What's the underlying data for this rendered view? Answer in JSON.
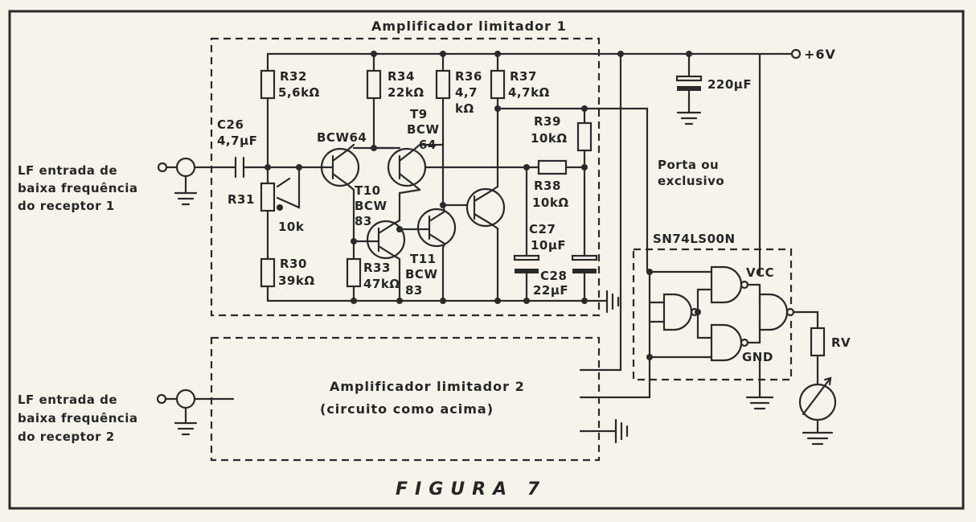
{
  "figure_title": "FIGURA 7",
  "block1_title": "Amplificador limitador 1",
  "block2_title": "Amplificador limitador 2",
  "block2_subtitle": "(circuito como acima)",
  "supply": "+6V",
  "input1": [
    "LF entrada de",
    "baixa frequência",
    "do receptor 1"
  ],
  "input2": [
    "LF entrada de",
    "baixa frequência",
    "do receptor 2"
  ],
  "gate_note": [
    "Porta ou",
    "exclusivo"
  ],
  "ic": {
    "name": "SN74LS00N",
    "vcc": "VCC",
    "gnd": "GND"
  },
  "meter": "RV",
  "components": {
    "c26": [
      "C26",
      "4,7μF"
    ],
    "r31": [
      "R31",
      "10k"
    ],
    "r32": [
      "R32",
      "5,6kΩ"
    ],
    "r30": [
      "R30",
      "39kΩ"
    ],
    "r33": [
      "R33",
      "47kΩ"
    ],
    "r34": [
      "R34",
      "22kΩ"
    ],
    "r36": [
      "R36",
      "4,7",
      "kΩ"
    ],
    "r37": [
      "R37",
      "4,7kΩ"
    ],
    "r39": [
      "R39",
      "10kΩ"
    ],
    "r38": [
      "R38",
      "10kΩ"
    ],
    "c27": [
      "C27",
      "10μF"
    ],
    "c28": [
      "C28",
      "22μF"
    ],
    "c_supply": "220μF",
    "t9": [
      "T9",
      "BCW",
      "64"
    ],
    "t10": [
      "T10",
      "BCW",
      "83"
    ],
    "t11": [
      "T11",
      "BCW",
      "83"
    ],
    "bcw64": "BCW64"
  }
}
